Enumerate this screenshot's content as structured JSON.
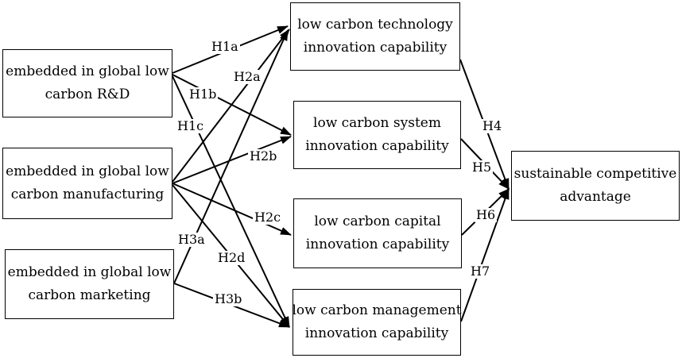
{
  "sources": [
    {
      "id": "rd",
      "lines": [
        "embedded in global low",
        "carbon R&D"
      ]
    },
    {
      "id": "manufacturing",
      "lines": [
        "embedded in global low",
        "carbon manufacturing"
      ]
    },
    {
      "id": "marketing",
      "lines": [
        "embedded in global low",
        "carbon marketing"
      ]
    }
  ],
  "mediators": [
    {
      "id": "technology",
      "lines": [
        "low carbon technology",
        "innovation capability"
      ]
    },
    {
      "id": "system",
      "lines": [
        "low carbon system",
        "innovation capability"
      ]
    },
    {
      "id": "capital",
      "lines": [
        "low carbon capital",
        "innovation capability"
      ]
    },
    {
      "id": "management",
      "lines": [
        "low carbon management",
        "innovation capability"
      ]
    }
  ],
  "outcome": {
    "id": "advantage",
    "lines": [
      "sustainable competitive",
      "advantage"
    ]
  },
  "hypotheses": [
    {
      "label": "H1a",
      "from": "rd",
      "to": "technology"
    },
    {
      "label": "H1b",
      "from": "rd",
      "to": "system"
    },
    {
      "label": "H1c",
      "from": "rd",
      "to": "management"
    },
    {
      "label": "H2a",
      "from": "manufacturing",
      "to": "technology"
    },
    {
      "label": "H2b",
      "from": "manufacturing",
      "to": "system"
    },
    {
      "label": "H2c",
      "from": "manufacturing",
      "to": "capital"
    },
    {
      "label": "H2d",
      "from": "manufacturing",
      "to": "management"
    },
    {
      "label": "H3a",
      "from": "marketing",
      "to": "technology"
    },
    {
      "label": "H3b",
      "from": "marketing",
      "to": "management"
    },
    {
      "label": "H4",
      "from": "technology",
      "to": "advantage"
    },
    {
      "label": "H5",
      "from": "system",
      "to": "advantage"
    },
    {
      "label": "H6",
      "from": "capital",
      "to": "advantage"
    },
    {
      "label": "H7",
      "from": "management",
      "to": "advantage"
    }
  ],
  "colors": {
    "stroke": "#000000",
    "background": "#ffffff"
  }
}
